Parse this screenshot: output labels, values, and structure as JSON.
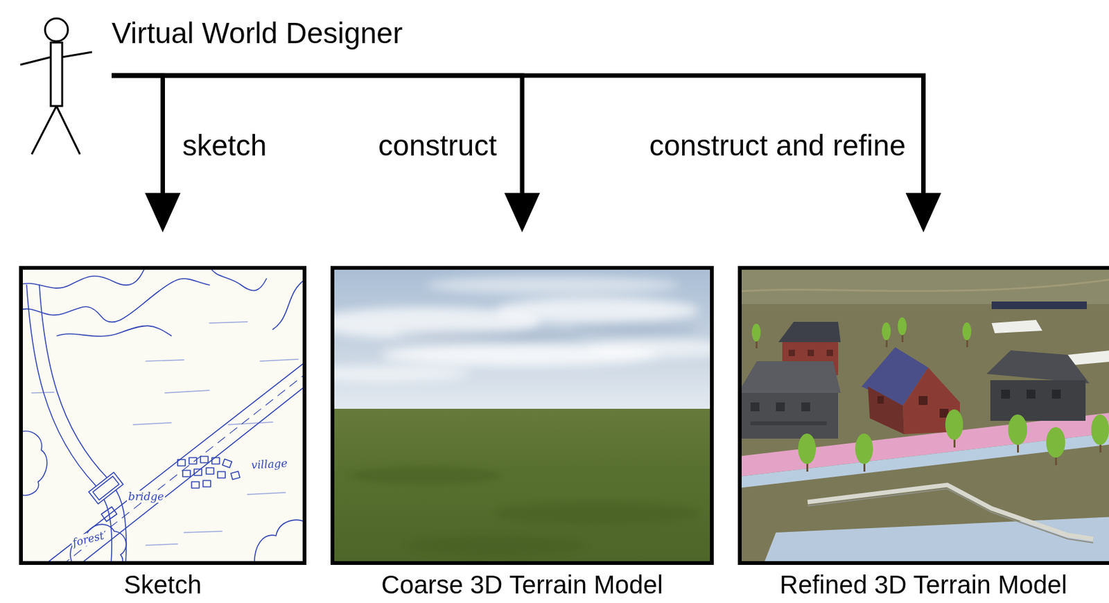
{
  "diagram": {
    "nodes": [
      {
        "text": [
          "Virtual World Designer"
        ]
      },
      {
        "text": [
          "Sketch"
        ]
      },
      {
        "text": [
          "Coarse 3D Terrain Model"
        ]
      },
      {
        "text": [
          "Refined 3D Terrain Model"
        ]
      }
    ],
    "edges": [
      {
        "from": 0,
        "to": 1,
        "label": "sketch",
        "arrow": "to"
      },
      {
        "from": 0,
        "to": 2,
        "label": "construct",
        "arrow": "to"
      },
      {
        "from": 0,
        "to": 3,
        "label": "construct and refine",
        "arrow": "to"
      }
    ],
    "labels": [
      "village",
      "bridge",
      "forest"
    ]
  }
}
